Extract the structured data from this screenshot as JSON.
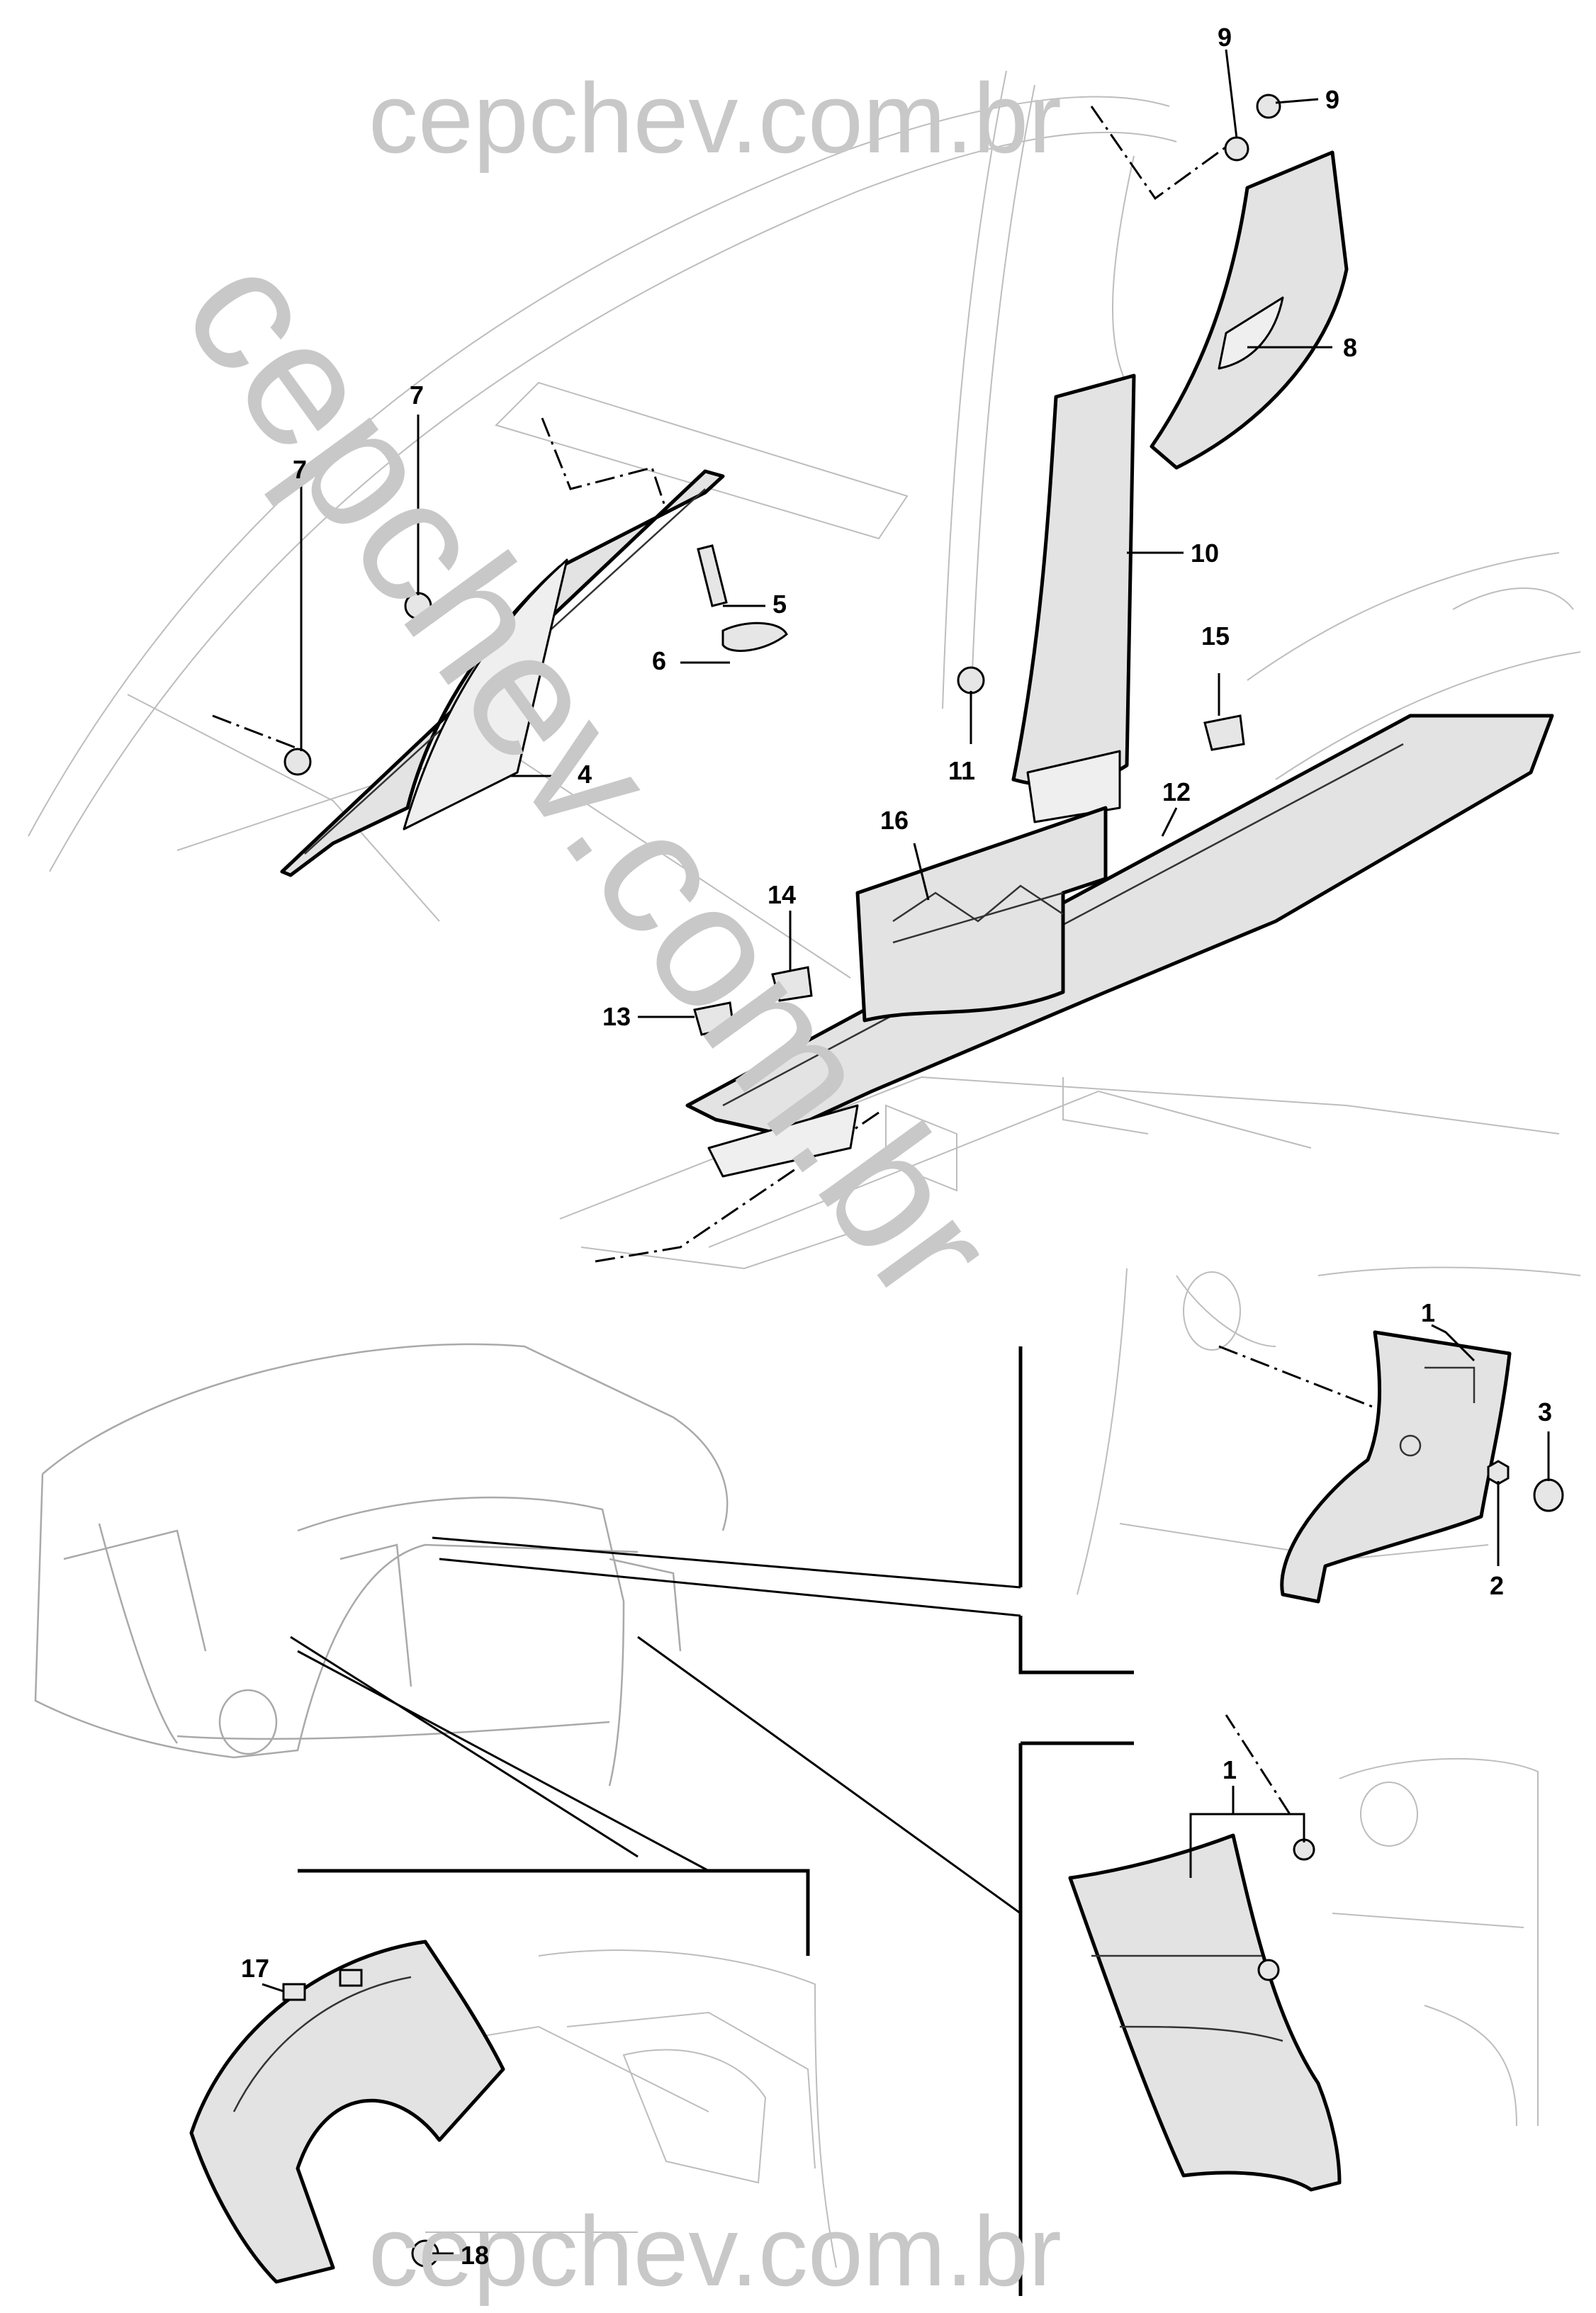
{
  "watermark": {
    "top": "cepchev.com.br",
    "diagonal": "cepchev.com.br",
    "bottom": "cepchev.com.br",
    "color": "#c8c8c8"
  },
  "callouts": {
    "c1a": "1",
    "c1b": "1",
    "c2": "2",
    "c3": "3",
    "c4": "4",
    "c5": "5",
    "c6": "6",
    "c7a": "7",
    "c7b": "7",
    "c8": "8",
    "c9a": "9",
    "c9b": "9",
    "c10": "10",
    "c11": "11",
    "c12": "12",
    "c13": "13",
    "c14": "14",
    "c15": "15",
    "c16": "16",
    "c17": "17",
    "c18": "18"
  }
}
